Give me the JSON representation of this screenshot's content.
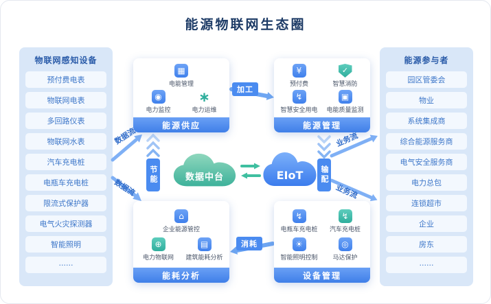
{
  "title": "能源物联网生态圈",
  "left_panel": {
    "title": "物联网感知设备",
    "items": [
      "预付费电表",
      "物联网电表",
      "多回路仪表",
      "物联网水表",
      "汽车充电桩",
      "电瓶车充电桩",
      "限流式保护器",
      "电气火灾探测器",
      "智能照明",
      "······"
    ]
  },
  "right_panel": {
    "title": "能源参与者",
    "items": [
      "园区管委会",
      "物业",
      "系统集成商",
      "综合能源服务商",
      "电气安全服务商",
      "电力总包",
      "连锁超市",
      "企业",
      "房东",
      "······"
    ]
  },
  "boxes": [
    {
      "title": "能源供应",
      "items": [
        {
          "icon": "▦",
          "label": "电能管理"
        },
        {
          "icon": "◉",
          "label": "电力监控"
        },
        {
          "icon": "∗",
          "label": "电力运维"
        }
      ]
    },
    {
      "title": "能源管理",
      "items": [
        {
          "icon": "¥",
          "label": "预付费"
        },
        {
          "icon": "✓",
          "label": "智慧消防"
        },
        {
          "icon": "↯",
          "label": "智慧安全用电"
        },
        {
          "icon": "▣",
          "label": "电能质量监测"
        }
      ]
    },
    {
      "title": "能耗分析",
      "items": [
        {
          "icon": "⌂",
          "label": "企业能源管控"
        },
        {
          "icon": "⊕",
          "label": "电力物联网"
        },
        {
          "icon": "▤",
          "label": "建筑能耗分析"
        }
      ]
    },
    {
      "title": "设备管理",
      "items": [
        {
          "icon": "↯",
          "label": "电瓶车充电桩"
        },
        {
          "icon": "↯",
          "label": "汽车充电桩"
        },
        {
          "icon": "☀",
          "label": "智能照明控制"
        },
        {
          "icon": "◎",
          "label": "马达保护"
        }
      ]
    }
  ],
  "center": {
    "data_platform": "数据中台",
    "eiot": "EIoT"
  },
  "flows": {
    "processing": "加工",
    "consumption": "消耗",
    "energy_saving": "节能",
    "transmission": "输配",
    "data_flow_top": "数据流",
    "data_flow_bottom": "数据流",
    "business_flow_top": "业务流",
    "business_flow_bottom": "业务流"
  },
  "colors": {
    "accent_blue": "#4a8bf0",
    "teal": "#3eb29b",
    "panel_bg": "#d9e7f8",
    "title_navy": "#1d3b66"
  }
}
